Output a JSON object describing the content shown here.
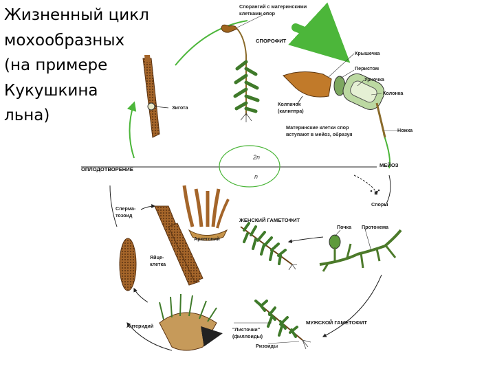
{
  "title": {
    "lines": [
      "Жизненный цикл",
      "мохообразных",
      "(на примере",
      "Кукушкина",
      "льна)"
    ]
  },
  "diagram": {
    "labels": {
      "sporangium": [
        "Спорангий с материнскими",
        "клетками спор"
      ],
      "sporophyte": "СПОРОФИТ",
      "kryshechka": "Крышечка",
      "peristom": "Перистом",
      "urnochka": "Урночка",
      "kolonka": "Колонка",
      "kolpachok": [
        "Колпачок",
        "(калиптра)"
      ],
      "nozhka": "Ножка",
      "mother_cells": [
        "Материнские клетки спор",
        "вступают в мейоз, образуя"
      ],
      "zygote": "Зигота",
      "fertilization": "ОПЛОДОТВОРЕНИЕ",
      "meiosis": "МЕЙОЗ",
      "diploid": "2n",
      "haploid": "n",
      "spores": "Споры",
      "sperm": [
        "Сперма-",
        "тозоид"
      ],
      "female_gametophyte": "ЖЕНСКИЙ ГАМЕТОФИТ",
      "archegonium": "Архегоний",
      "bud": "Почка",
      "protonema": "Протонема",
      "egg": [
        "Яйце-",
        "клетка"
      ],
      "antheridium": "Антеридий",
      "male_gametophyte": "МУЖСКОЙ ГАМЕТОФИТ",
      "leaflets": [
        "\"Листочки\"",
        "(филлоиды)"
      ],
      "rhizoids": "Ризоиды"
    }
  },
  "colors": {
    "cycle_arrow": "#4cb63a",
    "line": "#222222",
    "stem_brown": "#7a4a1e",
    "leaf_green": "#3f7a2a",
    "capsule": "#bcd9a2"
  }
}
